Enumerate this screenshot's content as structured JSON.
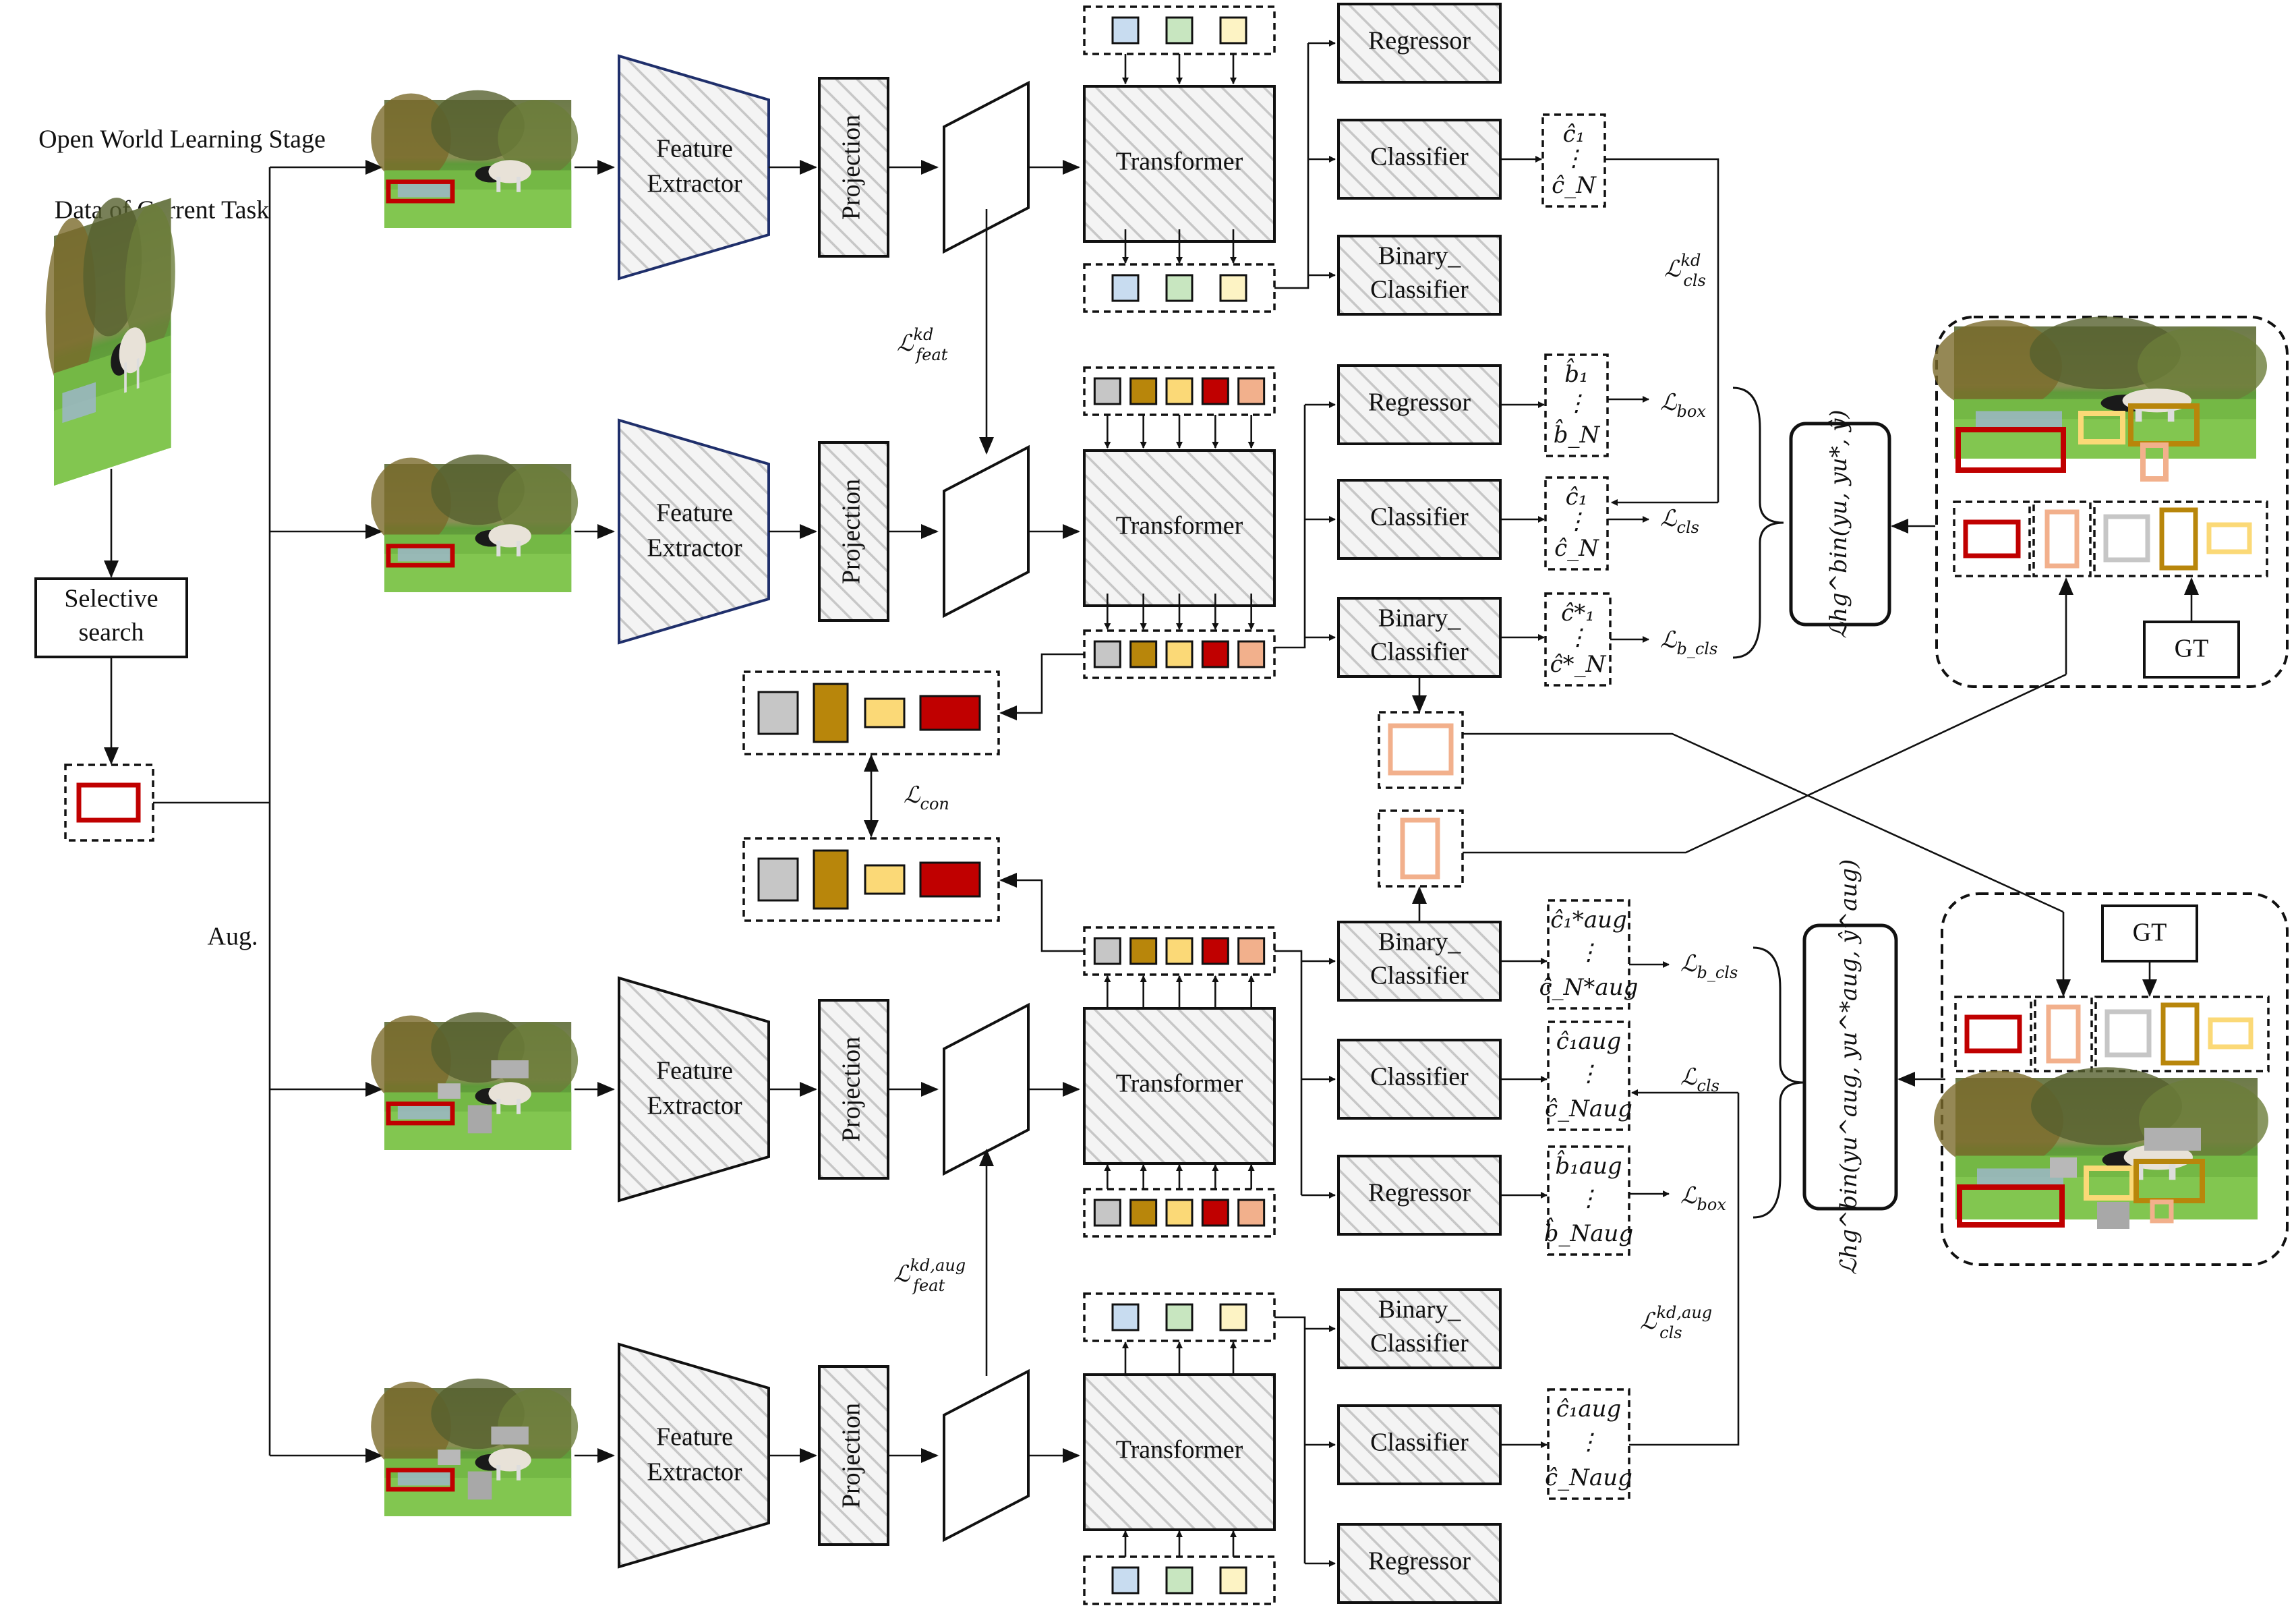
{
  "title": "Open World Learning Stage",
  "input_label": "Data of Current Task",
  "selective_search": [
    "Selective",
    "search"
  ],
  "aug_label": "Aug.",
  "modules": {
    "feature_extractor": [
      "Feature",
      "Extractor"
    ],
    "projection": "Projection",
    "transformer": "Transformer",
    "regressor": "Regressor",
    "classifier": "Classifier",
    "binary_classifier": [
      "Binary_",
      "Classifier"
    ]
  },
  "gt_label": "GT",
  "query_colors": [
    "#c8dcf0",
    "#c8e6c0",
    "#fdf3c4"
  ],
  "box_colors": {
    "gray": "#c6c6c6",
    "gold": "#b8860b",
    "yellow": "#fbd977",
    "red": "#c00000",
    "salmon": "#f2b08c"
  },
  "losses": {
    "feat_kd": "L_feat^kd",
    "feat_kd_aug": "L_feat^kd,aug",
    "cls_kd": "L_cls^kd",
    "cls_kd_aug": "L_cls^kd,aug",
    "box": "L_box",
    "cls": "L_cls",
    "b_cls": "L_b_cls",
    "con": "L_con",
    "hg": "L_hg^bin(y_u, y_u*, y^)",
    "hg_aug": "L_hg^bin(y_u^aug, y_u^*aug, y^aug)"
  }
}
